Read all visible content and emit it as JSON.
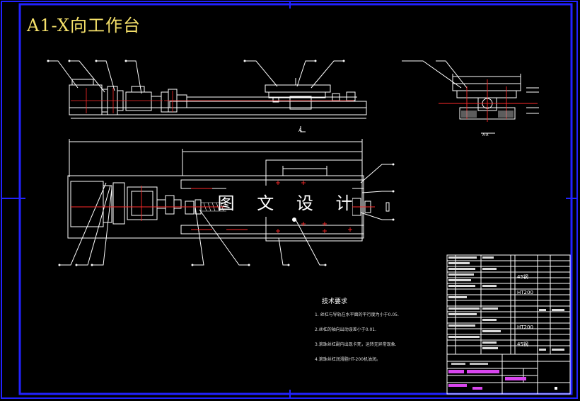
{
  "drawing": {
    "title": "A1-X向工作台",
    "banner": "图 文 设 计",
    "view_label_top": "A",
    "view_label_side": "A-A"
  },
  "technical_requirements": {
    "heading": "技术要求",
    "items": [
      "1. 丝杠与导轨在水平面的平行度为小于0.05.",
      "2.丝杠的轴向出动误差小于0.01.",
      "3.滚珠丝杠副内出现卡死，运转无异常现象.",
      "4.滚珠丝杠润滑脂HT-200机油润。"
    ]
  },
  "bom": {
    "materials": [
      "45钢",
      "HT200",
      "HT200",
      "45钢"
    ]
  },
  "colors": {
    "frame": "#2222ff",
    "title": "#f5e06a",
    "lines": "#ffffff",
    "centerlines": "#ff2a2a"
  }
}
